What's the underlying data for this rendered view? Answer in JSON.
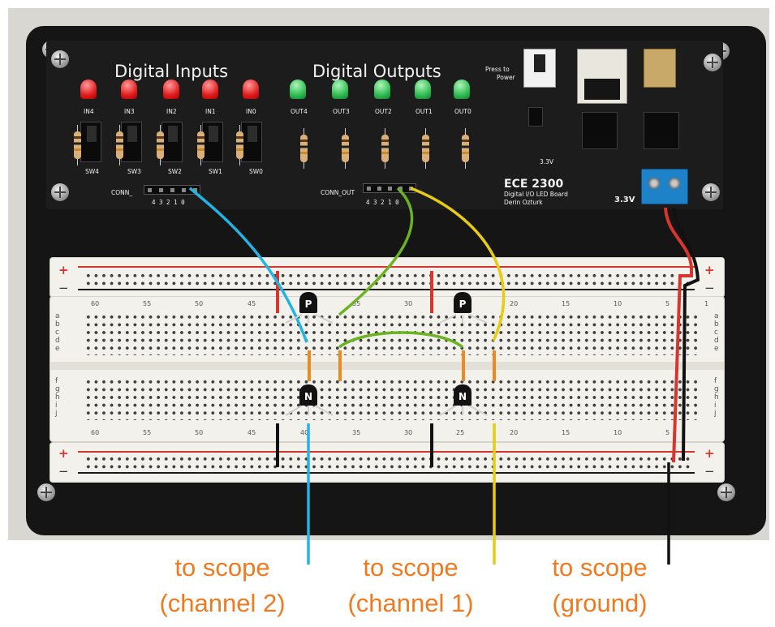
{
  "board": {
    "title_inputs": "Digital Inputs",
    "title_outputs": "Digital Outputs",
    "led_inputs": [
      "IN4",
      "IN3",
      "IN2",
      "IN1",
      "IN0"
    ],
    "led_outputs": [
      "OUT4",
      "OUT3",
      "OUT2",
      "OUT1",
      "OUT0"
    ],
    "switches": [
      "SW4",
      "SW3",
      "SW2",
      "SW1",
      "SW0"
    ],
    "conn_in": "CONN_",
    "conn_in_pins": "4 3 2 1 0",
    "conn_out": "CONN_OUT",
    "conn_out_pins": "4 3 2 1 0",
    "power_label_1": "Press to",
    "power_label_2": "Power",
    "course": "ECE 2300",
    "board_name": "Digital I/O LED Board",
    "author": "Derin Ozturk",
    "voltage": "3.3V",
    "small_voltage": "3.3V"
  },
  "breadboard": {
    "row_letters_top": [
      "a",
      "b",
      "c",
      "d",
      "e"
    ],
    "row_letters_bottom": [
      "f",
      "g",
      "h",
      "i",
      "j"
    ],
    "col_numbers": [
      "60",
      "55",
      "50",
      "45",
      "40",
      "35",
      "30",
      "25",
      "20",
      "15",
      "10",
      "5",
      "1"
    ],
    "plus": "+",
    "minus": "−"
  },
  "transistors": {
    "pmos": "P",
    "nmos": "N"
  },
  "captions": {
    "scope_ch2_line1": "to scope",
    "scope_ch2_line2": "(channel 2)",
    "scope_ch1_line1": "to scope",
    "scope_ch1_line2": "(channel 1)",
    "scope_gnd_line1": "to scope",
    "scope_gnd_line2": "(ground)"
  },
  "colors": {
    "caption": "#f07a1f",
    "wire_blue": "#22b4e3",
    "wire_green": "#6cb323",
    "wire_yellow": "#e6cc12",
    "wire_orange": "#ec8a1d",
    "wire_red": "#d6362e",
    "wire_black": "#111111"
  },
  "icons": [
    "screw-icon",
    "led-icon",
    "switch-icon",
    "resistor-icon",
    "transistor-icon",
    "terminal-block-icon"
  ]
}
